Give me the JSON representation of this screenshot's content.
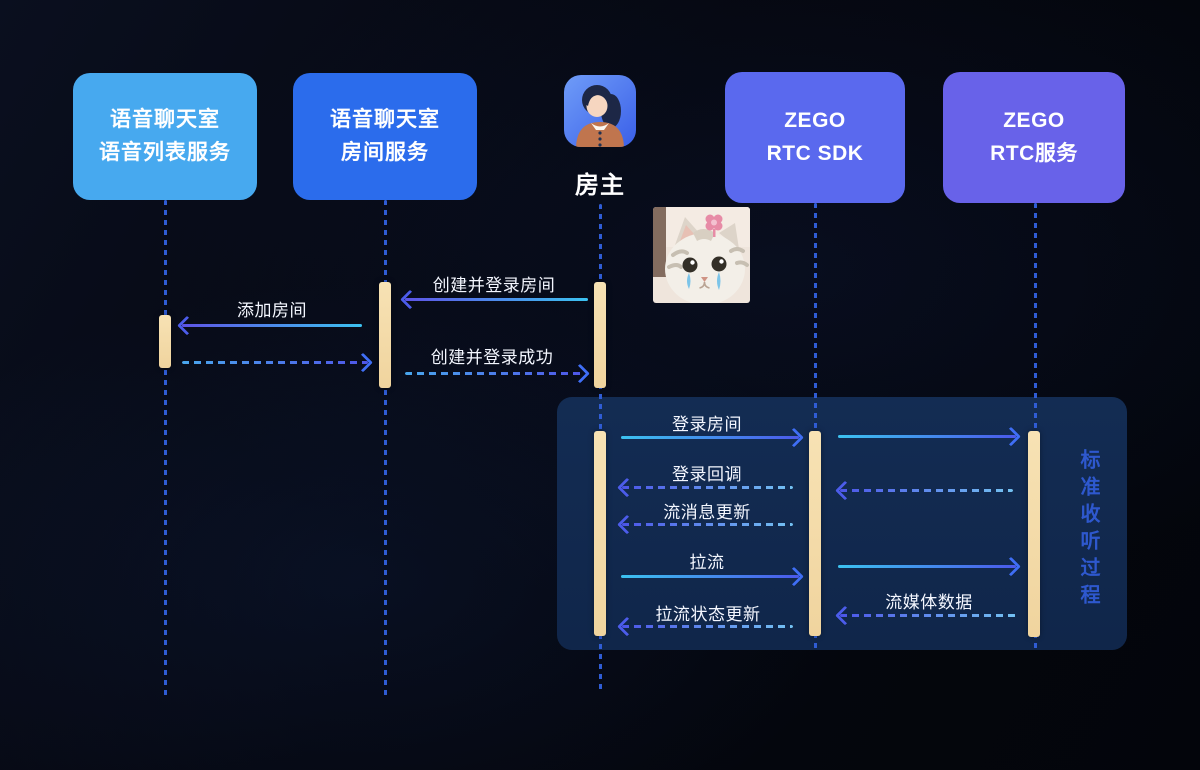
{
  "diagram_title": "ZEGO voice chatroom sequence diagram",
  "participants": {
    "voice_list": {
      "line1": "语音聊天室",
      "line2": "语音列表服务"
    },
    "room_service": {
      "line1": "语音聊天室",
      "line2": "房间服务"
    },
    "owner": {
      "label": "房主"
    },
    "sdk": {
      "line1": "ZEGO",
      "line2": "RTC SDK"
    },
    "rtc": {
      "line1": "ZEGO",
      "line2": "RTC服务"
    }
  },
  "messages": [
    {
      "label": "添加房间",
      "from": "room-service",
      "to": "voice-list-service",
      "style": "solid"
    },
    {
      "label": "",
      "from": "voice-list-service",
      "to": "room-service",
      "style": "dashed-return"
    },
    {
      "label": "创建并登录房间",
      "from": "room-owner",
      "to": "room-service",
      "style": "solid"
    },
    {
      "label": "创建并登录成功",
      "from": "room-service",
      "to": "room-owner",
      "style": "dashed-return"
    },
    {
      "label": "登录房间",
      "from": "room-owner",
      "to": "zego-rtc-sdk",
      "style": "solid"
    },
    {
      "label": "",
      "from": "zego-rtc-sdk",
      "to": "zego-rtc-service",
      "style": "solid"
    },
    {
      "label": "登录回调",
      "from": "zego-rtc-sdk",
      "to": "room-owner",
      "style": "dashed-return"
    },
    {
      "label": "",
      "from": "zego-rtc-service",
      "to": "zego-rtc-sdk",
      "style": "dashed-return"
    },
    {
      "label": "流消息更新",
      "from": "zego-rtc-sdk",
      "to": "room-owner",
      "style": "dashed-return"
    },
    {
      "label": "拉流",
      "from": "room-owner",
      "to": "zego-rtc-sdk",
      "style": "solid"
    },
    {
      "label": "",
      "from": "zego-rtc-sdk",
      "to": "zego-rtc-service",
      "style": "solid"
    },
    {
      "label": "流媒体数据",
      "from": "zego-rtc-service",
      "to": "zego-rtc-sdk",
      "style": "dashed-return"
    },
    {
      "label": "拉流状态更新",
      "from": "zego-rtc-sdk",
      "to": "room-owner",
      "style": "dashed-return"
    }
  ],
  "annotation": {
    "vertical_label": "标准收听过程"
  },
  "palette": {
    "background": "#05080f",
    "panel": "#112a4f",
    "box_voice_list": "#47A9EF",
    "box_room_service": "#2B6CEC",
    "box_sdk": "#5A69EE",
    "box_rtc": "#6862E9",
    "activation_bar": "#F3D9A6",
    "lifeline": "#2F5CD4",
    "arrow_cyan": "#3CC2F0",
    "arrow_indigo": "#4C55E8",
    "arrow_head": "#3F6EF5",
    "vertical_label_color": "#2E58CE"
  }
}
